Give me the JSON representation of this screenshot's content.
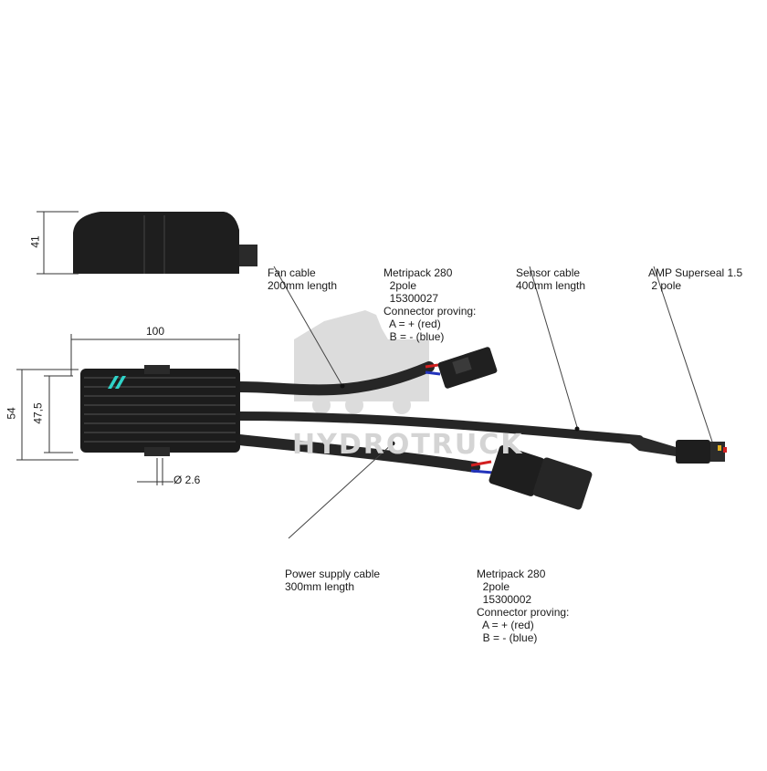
{
  "dimensions": {
    "height_side": "41",
    "length_top": "100",
    "width_outer": "54",
    "width_inner": "47,5",
    "hole_diameter": "Ø 2.6"
  },
  "labels": {
    "fan_cable": [
      "Fan cable",
      "200mm length"
    ],
    "metripack_fan": [
      "Metripack 280",
      "  2pole",
      "  15300027",
      "Connector proving:",
      "  A = + (red)",
      "  B = - (blue)"
    ],
    "sensor_cable": [
      "Sensor cable",
      "400mm length"
    ],
    "amp_superseal": [
      "AMP Superseal 1.5",
      " 2 pole"
    ],
    "power_cable": [
      "Power supply cable",
      "300mm length"
    ],
    "metripack_power": [
      "Metripack 280",
      "  2pole",
      "  15300002",
      "Connector proving:",
      "  A = + (red)",
      "  B = - (blue)"
    ]
  },
  "watermark": "HYDROTRUCK",
  "colors": {
    "housing": "#1c1c1c",
    "cable": "#262626",
    "wire_red": "#d21f1f",
    "wire_blue": "#2233bb",
    "accent": "#2fd3c8",
    "watermark": "#d9d9d9"
  }
}
